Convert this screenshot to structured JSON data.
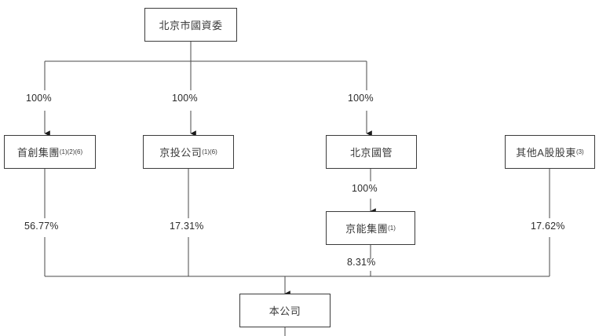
{
  "diagram": {
    "type": "ownership-structure-org-chart",
    "language": "zh-Hant",
    "colors": {
      "box_border": "#3c3c3c",
      "connector": "#4a4a4a",
      "text": "#3a3a3a",
      "background": "#ffffff"
    },
    "nodes": {
      "root": {
        "label": "北京市國資委",
        "sup": ""
      },
      "level2": [
        {
          "label": "首創集團",
          "sup": "(1)(2)(6)"
        },
        {
          "label": "京投公司",
          "sup": "(1)(6)"
        },
        {
          "label": "北京國管",
          "sup": ""
        },
        {
          "label": "其他A股股東",
          "sup": "(3)"
        }
      ],
      "level3": [
        {
          "label": "京能集團",
          "sup": "(1)"
        }
      ],
      "bottom": {
        "label": "本公司",
        "sup": ""
      }
    },
    "edge_labels": {
      "root_to_shoucheng": "100%",
      "root_to_jingtou": "100%",
      "root_to_beijingguoguan": "100%",
      "beijingguoguan_to_jingneng": "100%",
      "shoucheng_to_company": "56.77%",
      "jingtou_to_company": "17.31%",
      "jingneng_to_company": "8.31%",
      "othershares_to_company": "17.62%"
    }
  }
}
